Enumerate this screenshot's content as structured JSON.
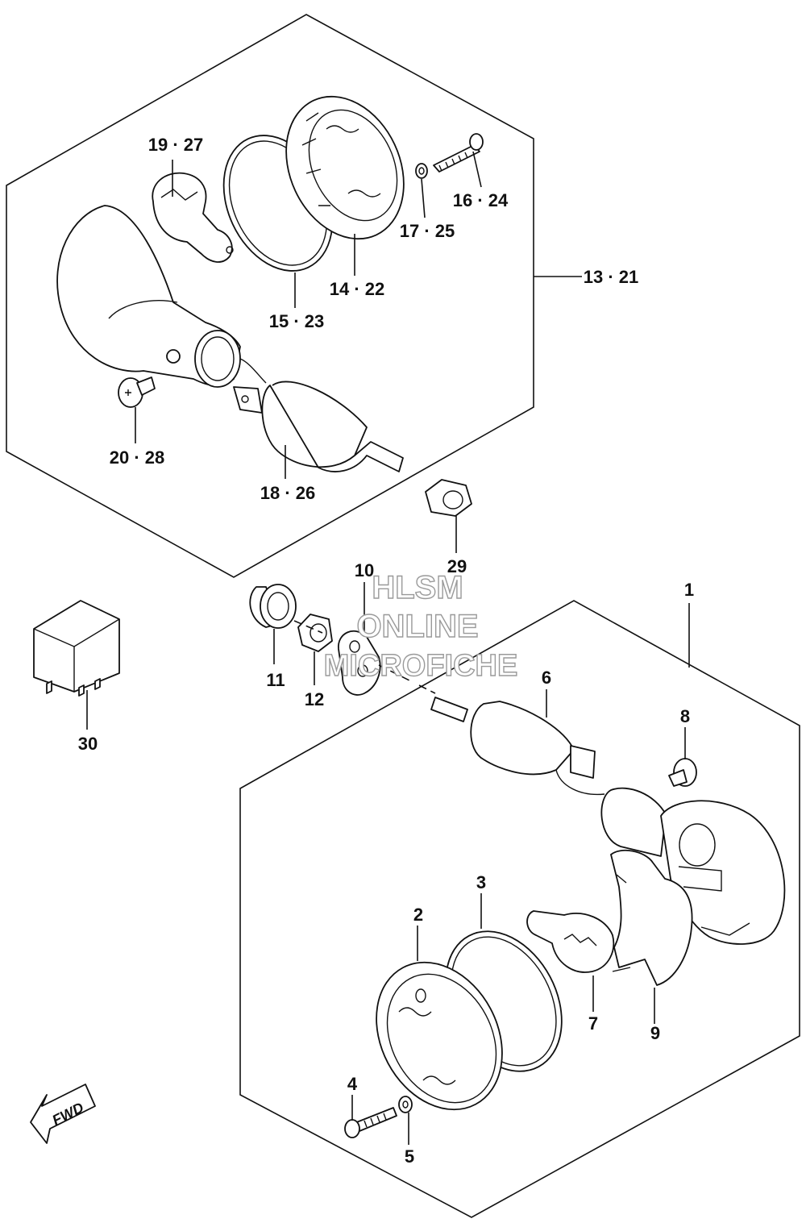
{
  "watermark": {
    "line1": "HLSM",
    "line2": "ONLINE",
    "line3": "MICROFICHE"
  },
  "fwd_label": "FWD",
  "callouts": {
    "c13_21": "13 · 21",
    "c19_27": "19 · 27",
    "c16_24": "16 · 24",
    "c17_25": "17 · 25",
    "c14_22": "14 · 22",
    "c15_23": "15 · 23",
    "c20_28": "20 · 28",
    "c18_26": "18 · 26",
    "c29": "29",
    "c10": "10",
    "c1": "1",
    "c11": "11",
    "c12": "12",
    "c30": "30",
    "c6": "6",
    "c8": "8",
    "c3": "3",
    "c2": "2",
    "c7": "7",
    "c9": "9",
    "c4": "4",
    "c5": "5"
  }
}
